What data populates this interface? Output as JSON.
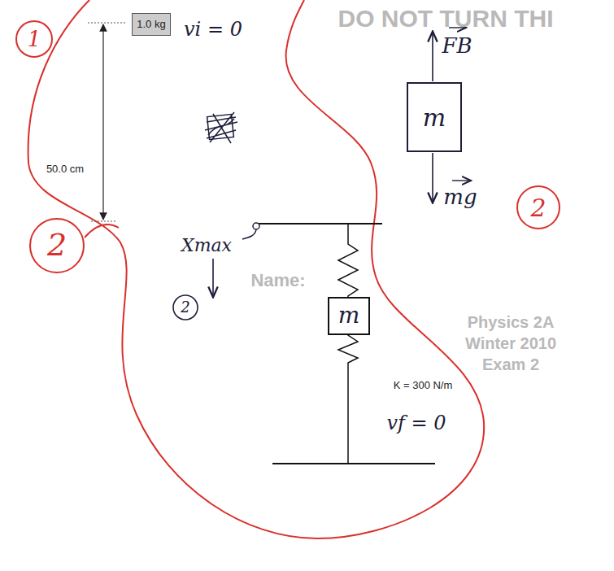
{
  "diagram": {
    "nodes": [
      {
        "text": [
          "1.0 kg"
        ]
      },
      {
        "text": [
          "m"
        ]
      },
      {
        "text": [
          "m"
        ]
      }
    ],
    "labels": [
      "DO NOT TURN THI",
      "1",
      "vi = 0",
      "50.0 cm",
      "2",
      "FB",
      "mg",
      "2",
      "Name:",
      "Xmax",
      "2",
      "K = 300 N/m",
      "vf = 0",
      "Physics 2A",
      "Winter 2010",
      "Exam 2"
    ]
  }
}
